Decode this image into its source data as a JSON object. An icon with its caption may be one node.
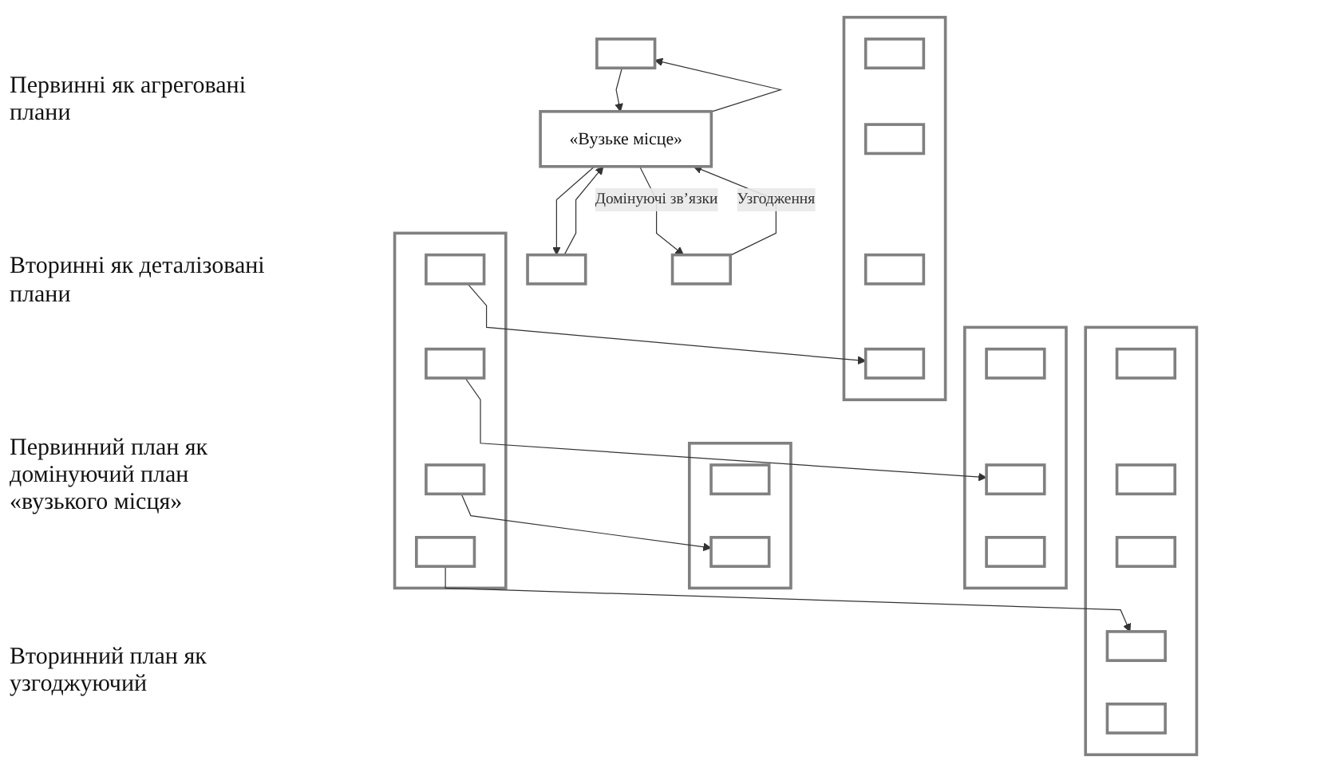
{
  "diagram": {
    "nodes": [
      {
        "text": [],
        "shape": "bar"
      },
      {
        "text": [],
        "shape": "box",
        "in": 0
      },
      {
        "text": [],
        "shape": "box",
        "in": 0
      },
      {
        "text": [],
        "shape": "box",
        "in": 0
      },
      {
        "text": [],
        "shape": "box",
        "in": 0
      },
      {
        "text": [],
        "shape": "bar"
      },
      {
        "text": [],
        "shape": "box",
        "in": 5
      },
      {
        "text": [],
        "shape": "box",
        "in": 5
      },
      {
        "text": [],
        "shape": "box",
        "in": 5
      },
      {
        "text": [],
        "shape": "box",
        "in": 5
      },
      {
        "text": [],
        "shape": "bar"
      },
      {
        "text": [],
        "shape": "box",
        "in": 10
      },
      {
        "text": [],
        "shape": "box",
        "in": 10
      },
      {
        "text": [],
        "shape": "box",
        "in": 10
      },
      {
        "text": [],
        "shape": "bar"
      },
      {
        "text": [],
        "shape": "box",
        "in": 14
      },
      {
        "text": [],
        "shape": "box",
        "in": 14
      },
      {
        "text": [],
        "shape": "bar"
      },
      {
        "text": [],
        "shape": "box",
        "in": 17
      },
      {
        "text": [],
        "shape": "box",
        "in": 17
      },
      {
        "text": [],
        "shape": "box",
        "in": 17
      },
      {
        "text": [],
        "shape": "box",
        "in": 17
      },
      {
        "text": [],
        "shape": "box",
        "in": 17
      },
      {
        "text": [],
        "shape": "box"
      },
      {
        "text": [
          "«Вузьке місце»"
        ]
      },
      {
        "text": [],
        "shape": "box"
      },
      {
        "text": [],
        "shape": "box"
      }
    ],
    "edges": [
      {
        "from": 1,
        "to": 9,
        "arrow": "to"
      },
      {
        "from": 2,
        "to": 12,
        "arrow": "to"
      },
      {
        "from": 3,
        "to": 16,
        "arrow": "to"
      },
      {
        "from": 4,
        "to": 21,
        "arrow": "to"
      },
      {
        "from": 24,
        "to": 23,
        "arrow": "to"
      },
      {
        "from": 24,
        "to": 25,
        "arrow": "to"
      },
      {
        "from": 24,
        "to": 26,
        "arrow": "to",
        "label": "Домінуючі зв’язки"
      },
      {
        "from": 23,
        "to": 24,
        "arrow": "to"
      },
      {
        "from": 25,
        "to": 24,
        "arrow": "to"
      },
      {
        "from": 26,
        "to": 24,
        "arrow": "to",
        "label": "Узгодження"
      }
    ],
    "labels": [
      "Первинні як агреговані плани",
      "Вторинні як деталізовані плани",
      "Первинний план як домінуючий план «вузького місця»",
      "Вторинний план як узгоджуючий"
    ]
  }
}
